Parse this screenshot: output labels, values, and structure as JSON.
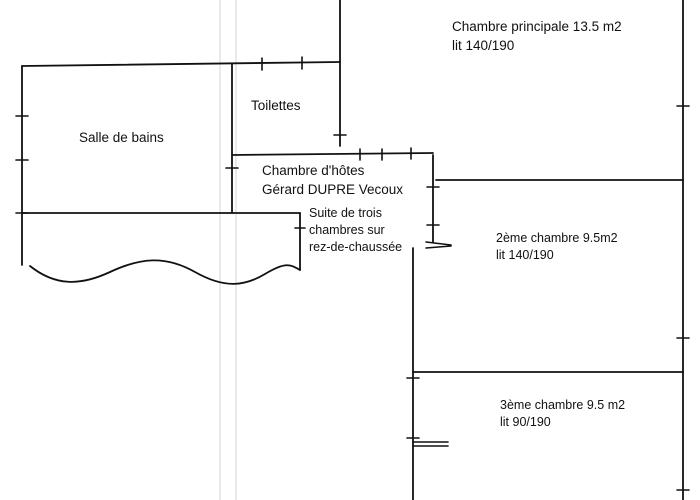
{
  "floor_plan": {
    "rooms": {
      "main_bedroom": {
        "name": "Chambre principale 13.5 m2",
        "bed": "lit 140/190"
      },
      "second_bedroom": {
        "name": "2ème chambre 9.5m2",
        "bed": "lit 140/190"
      },
      "third_bedroom": {
        "name": "3ème chambre 9.5 m2",
        "bed": "lit 90/190"
      },
      "bathroom": {
        "name": "Salle de bains"
      },
      "toilet": {
        "name": "Toilettes"
      }
    },
    "title": {
      "line1": "Chambre d'hôtes",
      "line2": "Gérard DUPRE Vecoux"
    },
    "note": {
      "line1": "Suite de trois",
      "line2": "chambres sur",
      "line3": "rez-de-chaussée"
    }
  }
}
